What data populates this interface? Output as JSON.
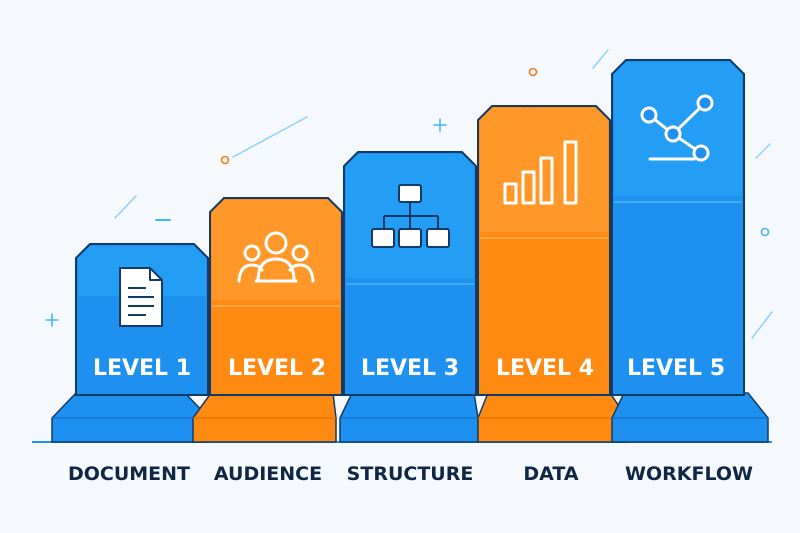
{
  "colors": {
    "background": "#f5f9fd",
    "blue": "#1e90f0",
    "blue_light": "#2aa8f8",
    "orange": "#ff8a12",
    "orange_light": "#ffa238",
    "outline": "#123a66",
    "caption": "#0f2745",
    "baseline": "#1e90f0",
    "accent_blue": "#45b6f5",
    "accent_orange": "#ff7a1a"
  },
  "levels": [
    {
      "label": "LEVEL 1",
      "caption": "DOCUMENT",
      "color": "blue",
      "icon": "document-icon"
    },
    {
      "label": "LEVEL 2",
      "caption": "AUDIENCE",
      "color": "orange",
      "icon": "audience-icon"
    },
    {
      "label": "LEVEL 3",
      "caption": "STRUCTURE",
      "color": "blue",
      "icon": "hierarchy-icon"
    },
    {
      "label": "LEVEL 4",
      "caption": "DATA",
      "color": "orange",
      "icon": "bar-chart-icon"
    },
    {
      "label": "LEVEL 5",
      "caption": "WORKFLOW",
      "color": "blue",
      "icon": "workflow-icon"
    }
  ]
}
